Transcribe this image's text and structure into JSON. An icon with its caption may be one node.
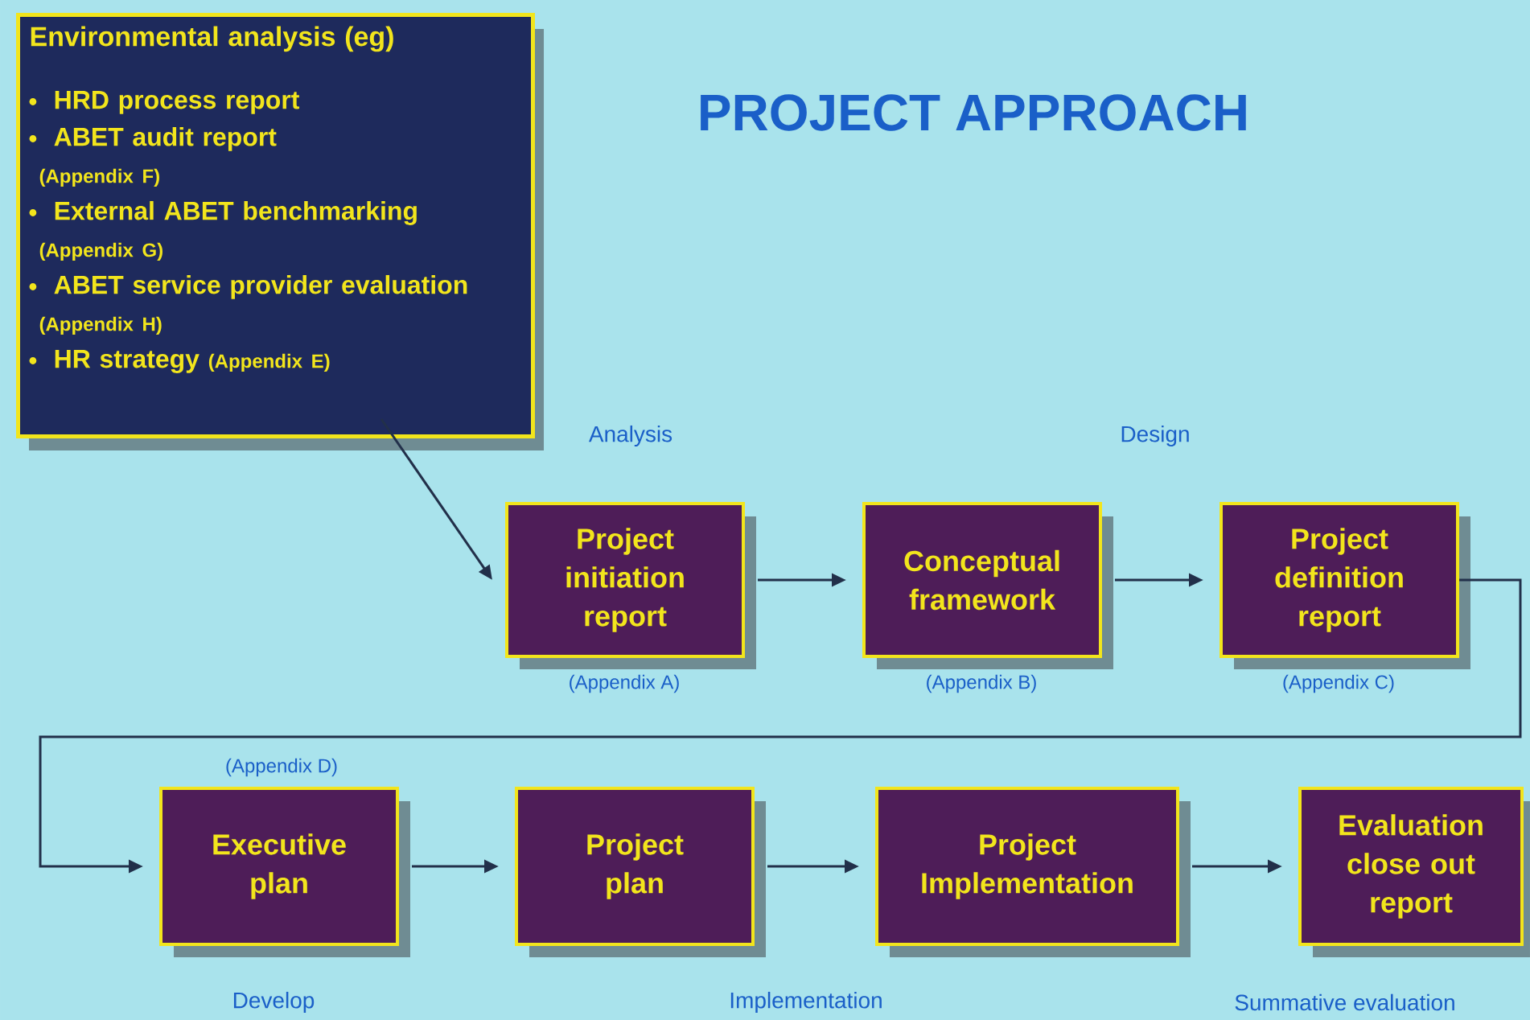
{
  "diagram": {
    "title": "PROJECT APPROACH",
    "nodes": [
      {
        "text": [
          "Environmental analysis (eg)",
          "HRD process report",
          "ABET audit report",
          "(Appendix F)",
          "External ABET benchmarking",
          "(Appendix G)",
          "ABET service provider evaluation",
          "(Appendix H)",
          "HR strategy",
          "(Appendix E)"
        ]
      },
      {
        "text": [
          "Project initiation report"
        ],
        "beside": [
          "(Appendix A)"
        ]
      },
      {
        "text": [
          "Conceptual framework"
        ],
        "beside": [
          "(Appendix B)"
        ]
      },
      {
        "text": [
          "Project definition report"
        ],
        "beside": [
          "(Appendix C)"
        ]
      },
      {
        "text": [
          "Executive plan"
        ],
        "beside": [
          "(Appendix D)"
        ]
      },
      {
        "text": [
          "Project plan"
        ]
      },
      {
        "text": [
          "Project Implementation"
        ]
      },
      {
        "text": [
          "Evaluation close out report"
        ]
      }
    ],
    "edges": [
      {
        "from": 0,
        "to": 1,
        "arrow": "to"
      },
      {
        "from": 1,
        "to": 2,
        "arrow": "to"
      },
      {
        "from": 2,
        "to": 3,
        "arrow": "to"
      },
      {
        "from": 3,
        "to": 4,
        "arrow": "to"
      },
      {
        "from": 4,
        "to": 5,
        "arrow": "to"
      },
      {
        "from": 5,
        "to": 6,
        "arrow": "to"
      },
      {
        "from": 6,
        "to": 7,
        "arrow": "to"
      }
    ],
    "labels": [
      "Analysis",
      "Design",
      "Develop",
      "Implementation",
      "Summative evaluation"
    ]
  }
}
